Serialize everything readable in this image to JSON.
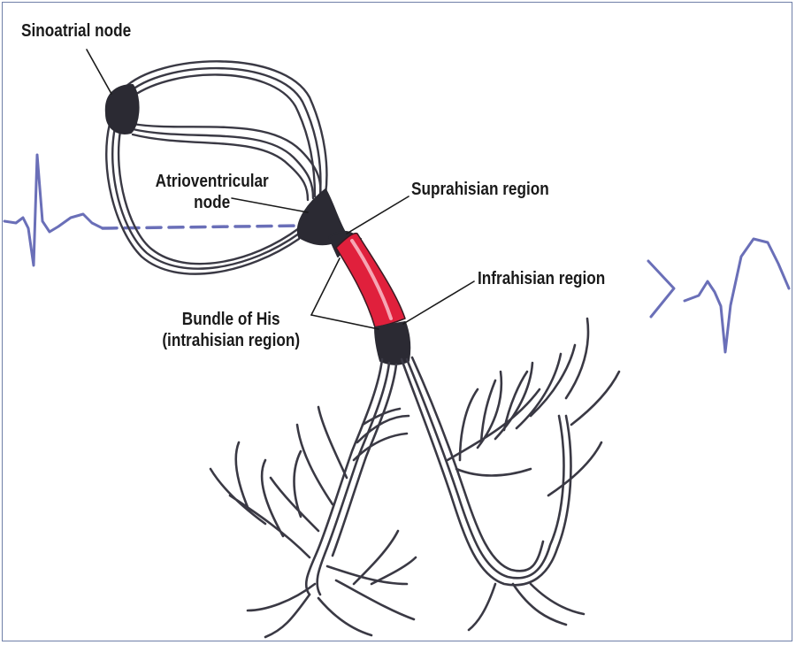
{
  "labels": {
    "sinoatrial": "Sinoatrial node",
    "av_line1": "Atrioventricular",
    "av_line2": "node",
    "suprahisian": "Suprahisian region",
    "infrahisian": "Infrahisian region",
    "his_line1": "Bundle of His",
    "his_line2": "(intrahisian region)"
  },
  "colors": {
    "ink": "#2b2a33",
    "fiber": "#3a3944",
    "ecg": "#6a6fb8",
    "his_bundle": "#e0203c",
    "border": "#6f7fa8"
  }
}
